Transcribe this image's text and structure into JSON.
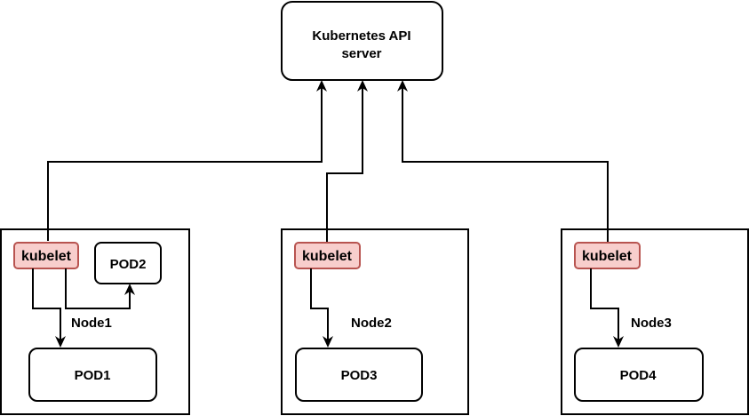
{
  "api_server": {
    "line1": "Kubernetes API",
    "line2": "server"
  },
  "nodes": [
    {
      "label": "Node1",
      "kubelet": "kubelet",
      "pods": [
        "POD1",
        "POD2"
      ]
    },
    {
      "label": "Node2",
      "kubelet": "kubelet",
      "pods": [
        "POD3"
      ]
    },
    {
      "label": "Node3",
      "kubelet": "kubelet",
      "pods": [
        "POD4"
      ]
    }
  ],
  "colors": {
    "kubelet_fill": "#f8cecc",
    "kubelet_stroke": "#b85450",
    "line": "#000000",
    "box_fill": "#ffffff"
  }
}
